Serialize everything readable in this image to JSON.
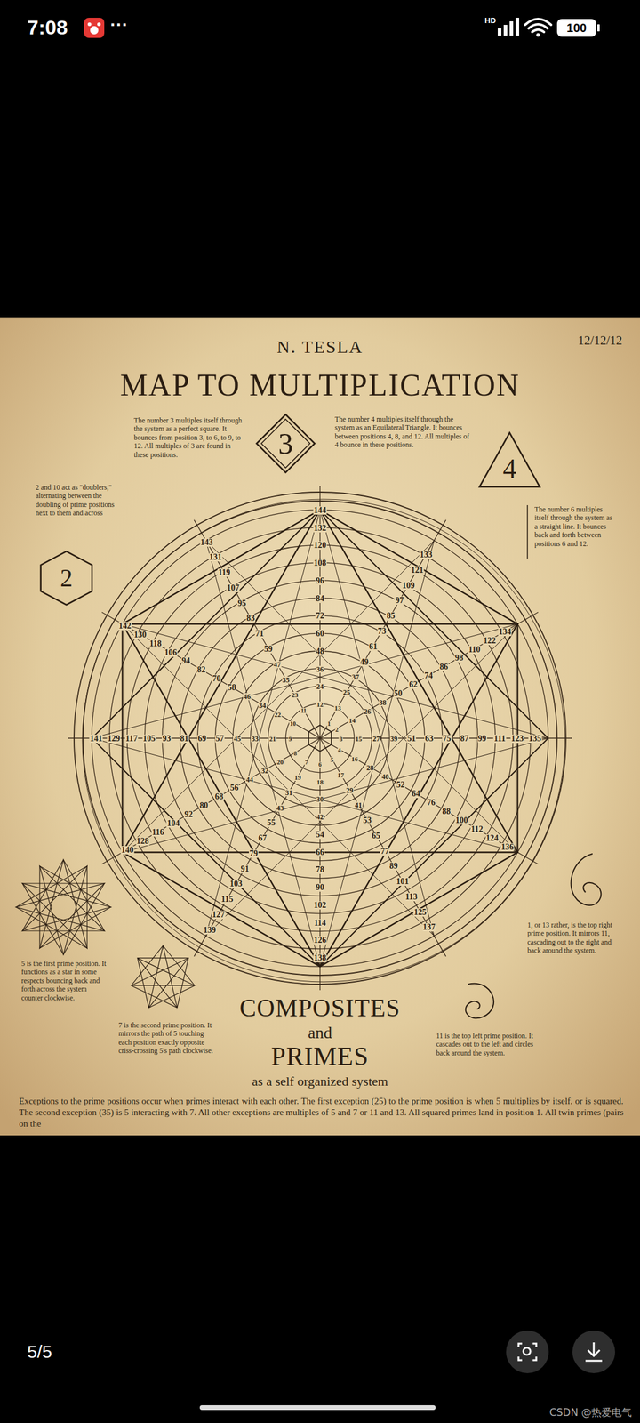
{
  "diagram": {
    "title": "MAP TO MULTIPLICATION",
    "nodes": [
      {
        "text": [
          "3"
        ]
      },
      {
        "text": [
          "4"
        ]
      },
      {
        "text": [
          "2"
        ]
      }
    ],
    "labels": [
      "7:08",
      "···",
      "HD",
      "100",
      "N. TESLA",
      "12/12/12",
      "The number 3 multiples itself through the system as a perfect square. It bounces from position 3, to 6, to 9, to 12. All multiples of 3 are found in these positions.",
      "The number 4 multiples itself through the system as an Equilateral Triangle. It bounces between positions 4, 8, and 12. All multiples of 4 bounce in these positions.",
      "2 and 10 act as \"doublers,\" alternating between the doubling of prime positions next to them and across",
      "The number 6 multiples itself through the system as a straight line. It bounces back and forth between positions 6 and 12.",
      "1",
      "2",
      "3",
      "4",
      "5",
      "6",
      "7",
      "8",
      "9",
      "10",
      "11",
      "12",
      "13",
      "14",
      "15",
      "16",
      "17",
      "18",
      "19",
      "20",
      "21",
      "22",
      "23",
      "24",
      "25",
      "26",
      "27",
      "28",
      "29",
      "30",
      "31",
      "32",
      "33",
      "34",
      "35",
      "36",
      "37",
      "38",
      "39",
      "40",
      "41",
      "42",
      "43",
      "44",
      "45",
      "46",
      "47",
      "48",
      "49",
      "50",
      "51",
      "52",
      "53",
      "54",
      "55",
      "56",
      "57",
      "58",
      "59",
      "60",
      "61",
      "62",
      "63",
      "64",
      "65",
      "66",
      "67",
      "68",
      "69",
      "70",
      "71",
      "72",
      "73",
      "74",
      "75",
      "76",
      "77",
      "78",
      "79",
      "80",
      "81",
      "82",
      "83",
      "84",
      "85",
      "86",
      "87",
      "88",
      "89",
      "90",
      "91",
      "92",
      "93",
      "94",
      "95",
      "96",
      "97",
      "98",
      "99",
      "100",
      "101",
      "102",
      "103",
      "104",
      "105",
      "106",
      "107",
      "108",
      "109",
      "110",
      "111",
      "112",
      "113",
      "114",
      "115",
      "116",
      "117",
      "118",
      "119",
      "120",
      "121",
      "122",
      "123",
      "124",
      "125",
      "126",
      "127",
      "128",
      "129",
      "130",
      "131",
      "132",
      "133",
      "134",
      "135",
      "136",
      "137",
      "138",
      "139",
      "140",
      "141",
      "142",
      "143",
      "144",
      "5 is the first prime position. It functions as a star in some respects bouncing back and forth across the system counter clockwise.",
      "7 is the second prime position. It mirrors the path of 5 touching each position exactly opposite criss-crossing 5's path clockwise.",
      "COMPOSITES",
      "and",
      "PRIMES",
      "as a self organized system",
      "11 is the top left prime position. It cascades out to the left and circles back around the system.",
      "1, or 13 rather, is the top right prime position. It mirrors 11, cascading out to the right and back around the system.",
      "Exceptions to the prime positions occur when primes interact with each other. The first exception (25) to the prime position is when 5 multiplies by itself, or is squared. The second exception (35) is 5 interacting with 7. All other exceptions are multiples of 5 and 7 or 11 and 13. All squared primes land in position 1. All twin primes (pairs on the",
      "5/5",
      "CSDN @热爱电气"
    ]
  }
}
